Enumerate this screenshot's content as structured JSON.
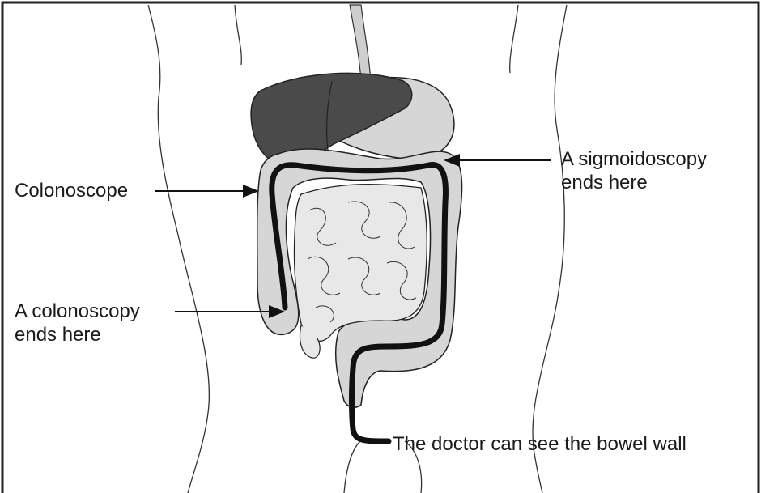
{
  "labels": {
    "colonoscope": "Colonoscope",
    "sigmoidoscopy_line1": "A sigmoidoscopy",
    "sigmoidoscopy_line2": "ends here",
    "colonoscopy_line1": "A colonoscopy",
    "colonoscopy_line2": "ends here",
    "bowel_wall": "The doctor can see the bowel wall"
  },
  "colors": {
    "liver": "#4a4a4a",
    "organ": "#d6d6d6",
    "organ_light": "#e8e8e8",
    "scope": "#111111",
    "outline": "#222222"
  }
}
